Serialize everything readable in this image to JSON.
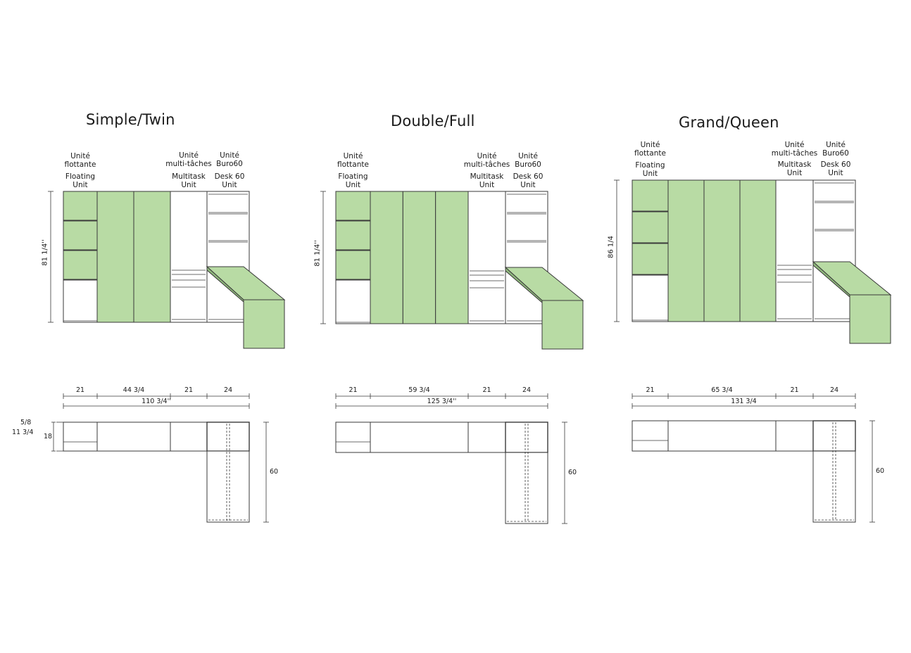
{
  "colors": {
    "green": "#b8dba4",
    "line": "#3a3a3a"
  },
  "configs": [
    {
      "title": "Simple/Twin",
      "labels": {
        "floating_fr": [
          "Unité",
          "flottante"
        ],
        "floating_en": [
          "Floating",
          "Unit"
        ],
        "multitask_fr": [
          "Unité",
          "multi-tâches"
        ],
        "multitask_en": [
          "Multitask",
          "Unit"
        ],
        "desk_fr": [
          "Unité",
          "Buro60"
        ],
        "desk_en": [
          "Desk 60",
          "Unit"
        ]
      },
      "height_dim": "81 1/4''",
      "widths": [
        "21",
        "44 3/4",
        "21",
        "24"
      ],
      "total_width": "110 3/4''",
      "depth_dim": "60",
      "extra_dims": [
        "5/8",
        "11 3/4",
        "18"
      ]
    },
    {
      "title": "Double/Full",
      "labels": {
        "floating_fr": [
          "Unité",
          "flottante"
        ],
        "floating_en": [
          "Floating",
          "Unit"
        ],
        "multitask_fr": [
          "Unité",
          "multi-tâches"
        ],
        "multitask_en": [
          "Multitask",
          "Unit"
        ],
        "desk_fr": [
          "Unité",
          "Buro60"
        ],
        "desk_en": [
          "Desk 60",
          "Unit"
        ]
      },
      "height_dim": "81 1/4''",
      "widths": [
        "21",
        "59 3/4",
        "21",
        "24"
      ],
      "total_width": "125 3/4''",
      "depth_dim": "60",
      "extra_dims": []
    },
    {
      "title": "Grand/Queen",
      "labels": {
        "floating_fr": [
          "Unité",
          "flottante"
        ],
        "floating_en": [
          "Floating",
          "Unit"
        ],
        "multitask_fr": [
          "Unité",
          "multi-tâches"
        ],
        "multitask_en": [
          "Multitask",
          "Unit"
        ],
        "desk_fr": [
          "Unité",
          "Buro60"
        ],
        "desk_en": [
          "Desk 60",
          "Unit"
        ]
      },
      "height_dim": "86 1/4",
      "widths": [
        "21",
        "65 3/4",
        "21",
        "24"
      ],
      "total_width": "131 3/4",
      "depth_dim": "60",
      "extra_dims": []
    }
  ]
}
